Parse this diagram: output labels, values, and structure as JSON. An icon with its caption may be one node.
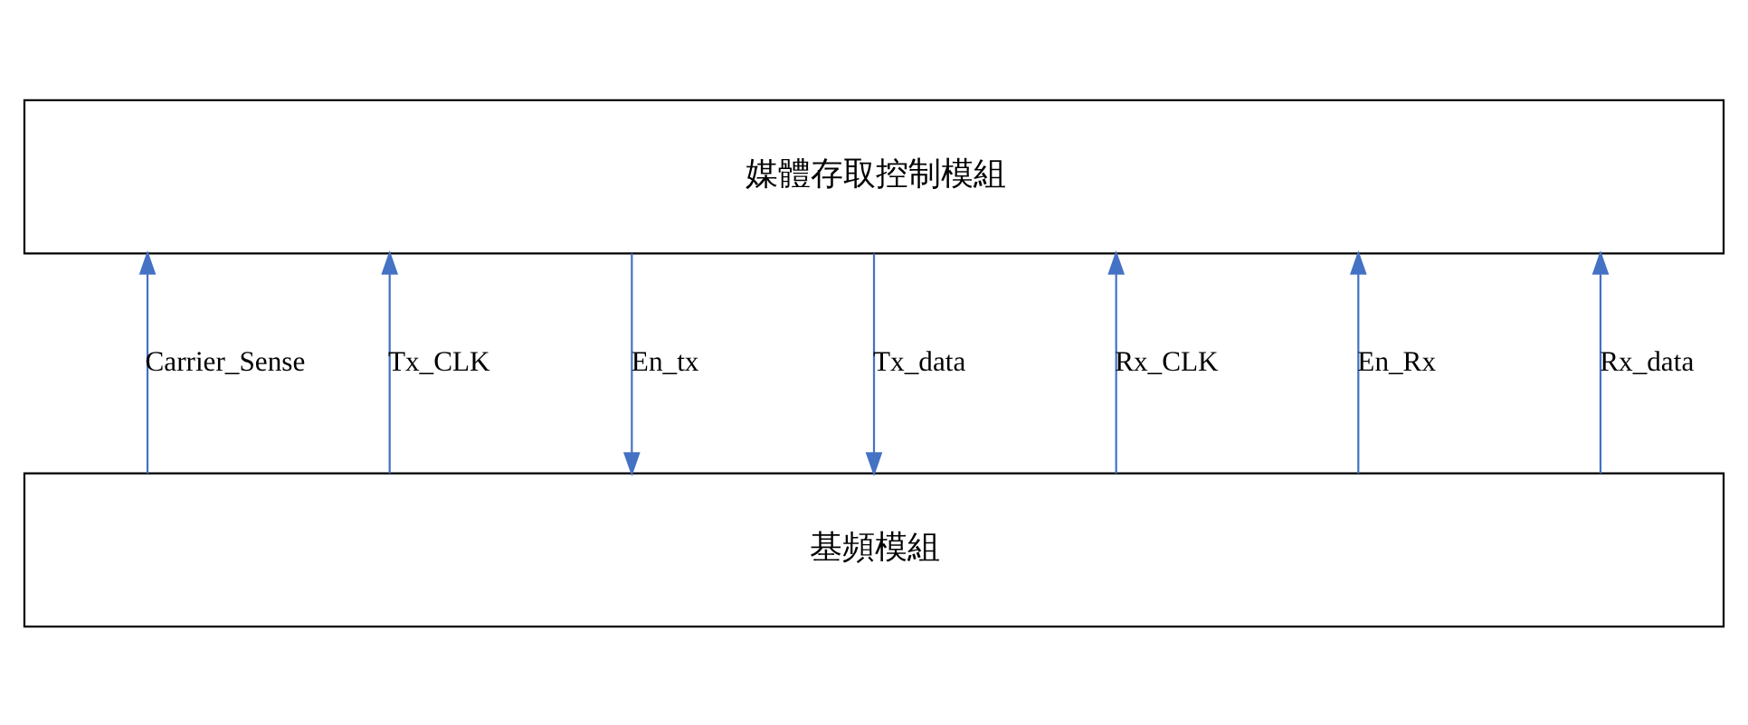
{
  "diagram": {
    "nodes": [
      {
        "text": [
          "媒體存取控制模組"
        ]
      },
      {
        "text": [
          "基頻模組"
        ]
      }
    ],
    "edges": [
      {
        "from": 1,
        "to": 0,
        "arrow": "to",
        "label": "Carrier_Sense"
      },
      {
        "from": 1,
        "to": 0,
        "arrow": "to",
        "label": "Tx_CLK"
      },
      {
        "from": 0,
        "to": 1,
        "arrow": "to",
        "label": "En_tx"
      },
      {
        "from": 0,
        "to": 1,
        "arrow": "to",
        "label": "Tx_data"
      },
      {
        "from": 1,
        "to": 0,
        "arrow": "to",
        "label": "Rx_CLK"
      },
      {
        "from": 1,
        "to": 0,
        "arrow": "to",
        "label": "En_Rx"
      },
      {
        "from": 1,
        "to": 0,
        "arrow": "to",
        "label": "Rx_data"
      }
    ]
  }
}
